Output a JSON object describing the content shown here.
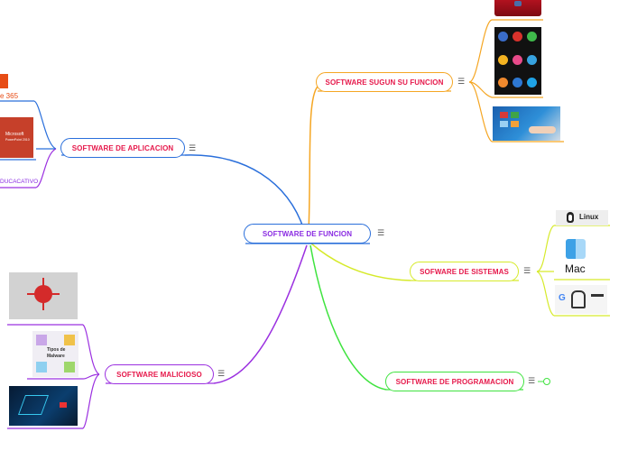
{
  "central": {
    "label": "SOFTWARE DE FUNCION",
    "color": "#8a2be2"
  },
  "branches": {
    "funcion": {
      "label": "SOFTWARE SUGUN SU FUNCION",
      "color": "#f59b23"
    },
    "aplicacion": {
      "label": "SOFTWARE DE APLICACION",
      "color": "#e6194b"
    },
    "sistemas": {
      "label": "SOFWARE DE SISTEMAS",
      "color": "#e6194b"
    },
    "programacion": {
      "label": "SOFTWARE DE PROGRAMACION",
      "color": "#e6194b"
    },
    "malicioso": {
      "label": "SOFTWARE MALICIOSO",
      "color": "#e6194b"
    }
  },
  "branch_line_colors": {
    "funcion": "#f5a623",
    "aplicacion": "#2a6fdb",
    "sistemas": "#d6ea2a",
    "programacion": "#3fe33f",
    "malicioso": "#9b30e0"
  },
  "tiles": {
    "office365": "e 365",
    "msoffice_line1": "Microsoft",
    "msoffice_line2": "PowerPoint 2010",
    "educativo": "DUCACATIVO",
    "linux": "Linux",
    "mac": "Mac",
    "google_g": "G",
    "malware_title_line1": "Tipos de",
    "malware_title_line2": "Malware"
  },
  "menu_glyph": "☰"
}
